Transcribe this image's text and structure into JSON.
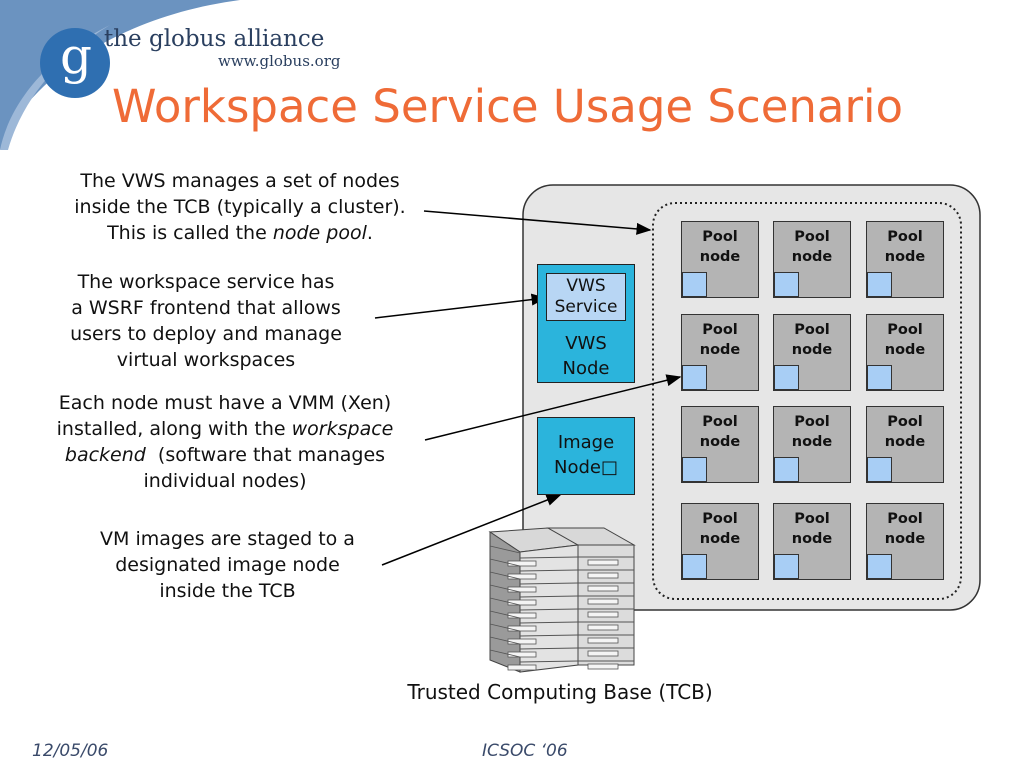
{
  "logo": {
    "letter": "g",
    "name": "the globus alliance",
    "url": "www.globus.org"
  },
  "title": "Workspace Service Usage Scenario",
  "notes": {
    "node_pool": {
      "line1": "The VWS manages a set of nodes",
      "line2": "inside the TCB (typically a cluster).",
      "line3_prefix": "This is called the ",
      "line3_emphasis": "node pool",
      "line3_suffix": "."
    },
    "wsrf": {
      "line1": "The workspace service has",
      "line2": "a WSRF frontend that allows",
      "line3": "users to deploy and manage",
      "line4": "virtual workspaces"
    },
    "vmm": {
      "line1": "Each node must have a VMM (Xen)",
      "line2_prefix": "installed, along with the ",
      "line2_emphasis": "workspace",
      "line3_emphasis": "backend",
      "line3_suffix": "  (software that manages",
      "line4": "individual nodes)"
    },
    "images": {
      "line1": "VM images are staged to a",
      "line2": "designated image node",
      "line3": "inside the TCB"
    }
  },
  "vws_service": {
    "line1": "VWS",
    "line2": "Service"
  },
  "vws_node": {
    "line1": "VWS",
    "line2": "Node"
  },
  "image_node": {
    "line1": "Image",
    "line2": "Node□"
  },
  "pool_node": {
    "line1": "Pool",
    "line2": "node",
    "rows": 4,
    "cols": 3
  },
  "tcb_caption": "Trusted Computing Base (TCB)",
  "footer": {
    "date": "12/05/06",
    "venue": "ICSOC ‘06"
  },
  "colors": {
    "title": "#ef6b37",
    "swoosh": "#6b93c0",
    "tcb_fill": "#e6e6e6",
    "pool_node_fill": "#b4b4b4",
    "node_indicator": "#a8cef5",
    "vws_node_fill": "#2bb4dc",
    "vws_service_fill": "#b8d6f4"
  }
}
